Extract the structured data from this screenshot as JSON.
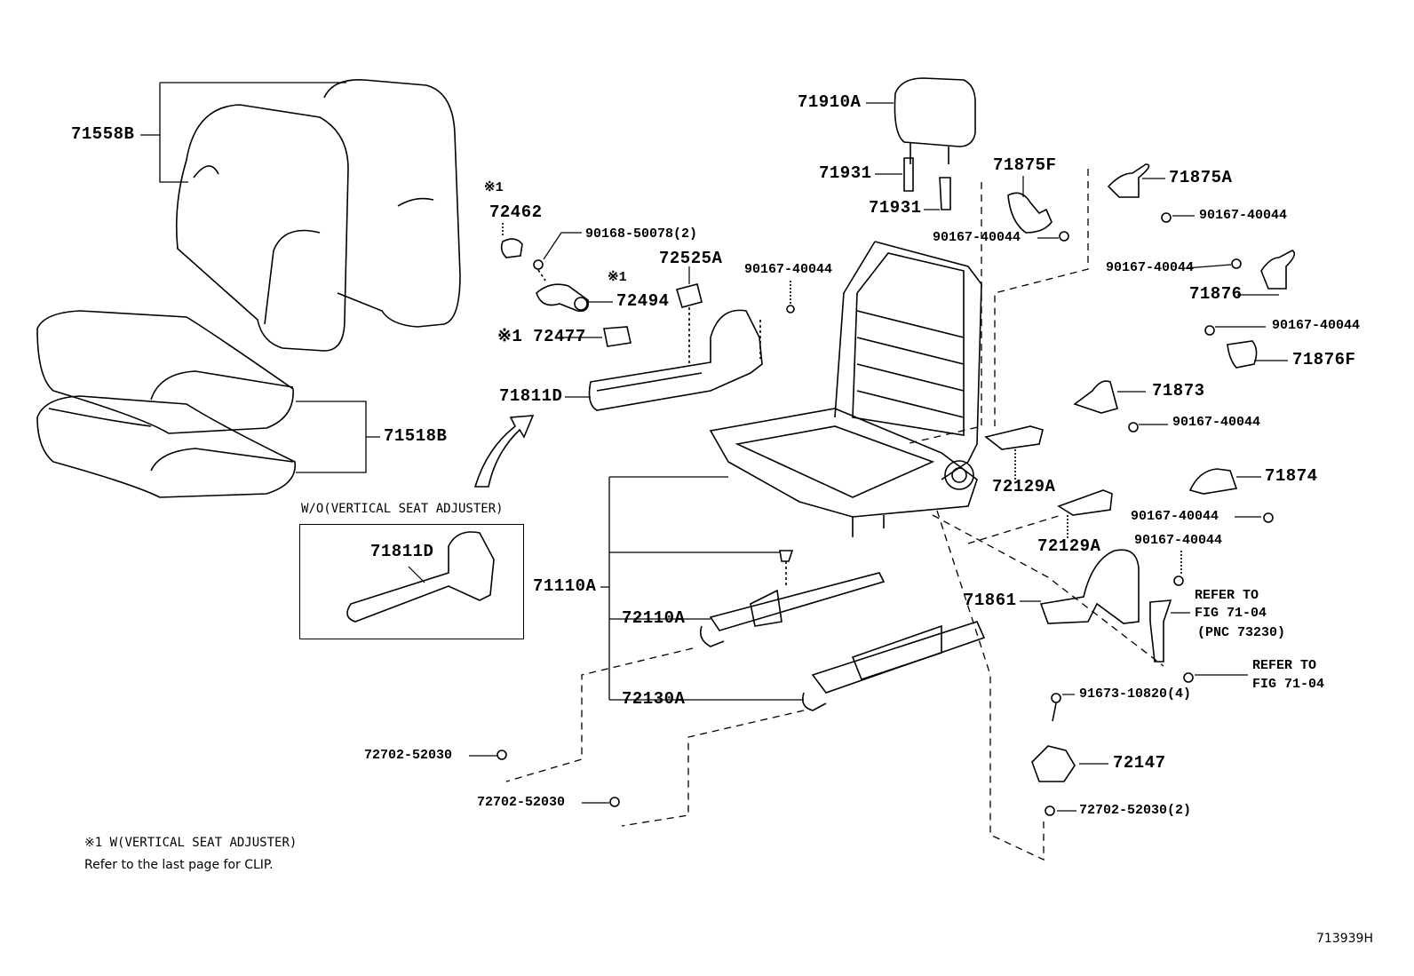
{
  "diagram": {
    "figure_id": "713939H",
    "parts": {
      "seatback_cover": "71558B",
      "cushion_cover": "71518B",
      "headrest": "71910A",
      "headrest_support_1": "71931",
      "headrest_support_2": "71931",
      "mark_72462": "※1",
      "knob_72462": "72462",
      "screw_90168": "90168-50078(2)",
      "part_72525A": "72525A",
      "mark_72494": "※1",
      "lever_72494": "72494",
      "clip_72477": "※1 72477",
      "screw_shield": "90167-40044",
      "shield_71811D": "71811D",
      "inset_title": "W/O(VERTICAL SEAT ADJUSTER)",
      "inset_shield": "71811D",
      "cover_71875F": "71875F",
      "screw_71875F": "90167-40044",
      "cover_71875A": "71875A",
      "screw_71875A": "90167-40044",
      "screw_71876": "90167-40044",
      "cover_71876": "71876",
      "screw_71876F": "90167-40044",
      "cover_71876F": "71876F",
      "cover_71873": "71873",
      "screw_71873": "90167-40044",
      "cover_72129A_1": "72129A",
      "cover_71874": "71874",
      "screw_71874": "90167-40044",
      "cover_72129A_2": "72129A",
      "screw_71861": "90167-40044",
      "shield_71861": "71861",
      "refer_1_line1": "REFER TO",
      "refer_1_line2": "FIG 71-04",
      "refer_1_line3": "(PNC 73230)",
      "refer_2_line1": "REFER TO",
      "refer_2_line2": "FIG 71-04",
      "frame_71110A": "71110A",
      "adjuster_72110A": "72110A",
      "bolt_91673": "91673-10820(4)",
      "adjuster_72130A": "72130A",
      "bracket_72147": "72147",
      "bolt_72702_a": "72702-52030",
      "bolt_72702_b": "72702-52030",
      "bolt_72702_c": "72702-52030(2)"
    },
    "footnote_1": "※1 W(VERTICAL SEAT ADJUSTER)",
    "footnote_2": "Refer to the last page for CLIP."
  }
}
